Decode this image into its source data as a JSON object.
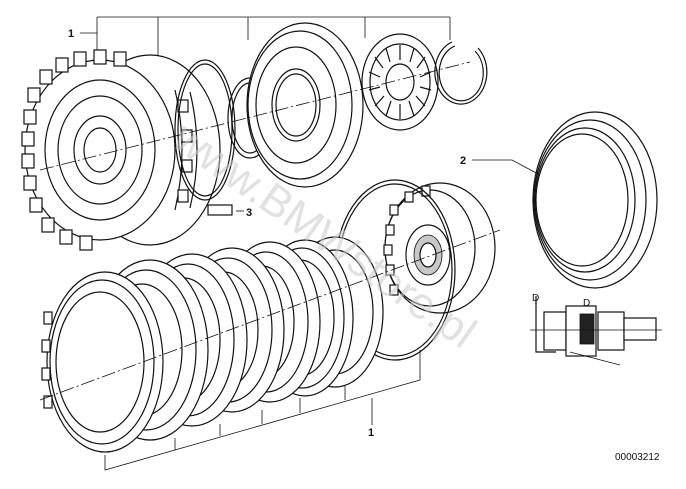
{
  "diagram": {
    "callouts": {
      "pack_1_top": "1",
      "seal_2": "2",
      "block_3": "3",
      "pack_1_bottom": "1"
    },
    "inset_labels": {
      "left": "D",
      "right": "D"
    },
    "part_number": "00003212",
    "watermark": "www.BMWstore.pl"
  }
}
